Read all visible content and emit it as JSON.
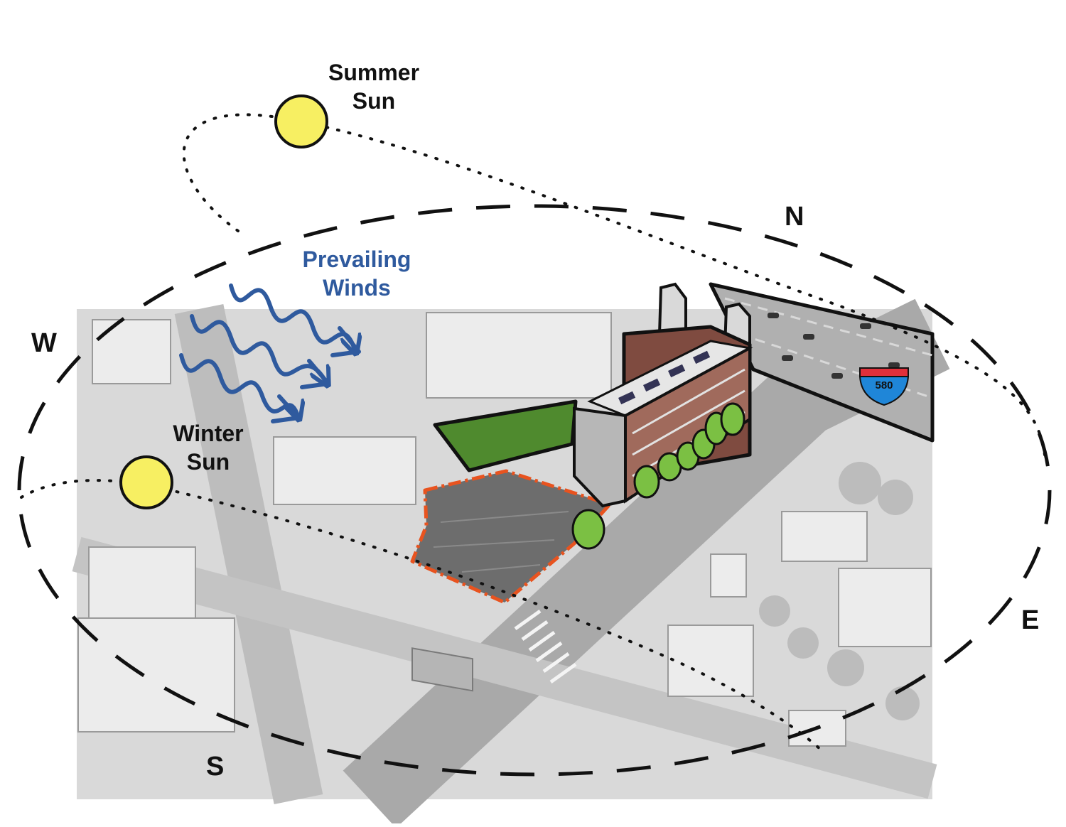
{
  "compass": {
    "north": "N",
    "south": "S",
    "east": "E",
    "west": "W"
  },
  "sun": {
    "summer_label_line1": "Summer",
    "summer_label_line2": "Sun",
    "winter_label_line1": "Winter",
    "winter_label_line2": "Sun"
  },
  "winds": {
    "label_line1": "Prevailing",
    "label_line2": "Winds"
  },
  "highway": {
    "route_number": "580"
  },
  "colors": {
    "sun": "#f7ef62",
    "wind": "#2f5a9e",
    "site_outline": "#e8531f",
    "trees": "#7bc043",
    "green_buffer": "#4f8a2e",
    "shield_red": "#e0303a",
    "shield_blue": "#1f86d8"
  }
}
